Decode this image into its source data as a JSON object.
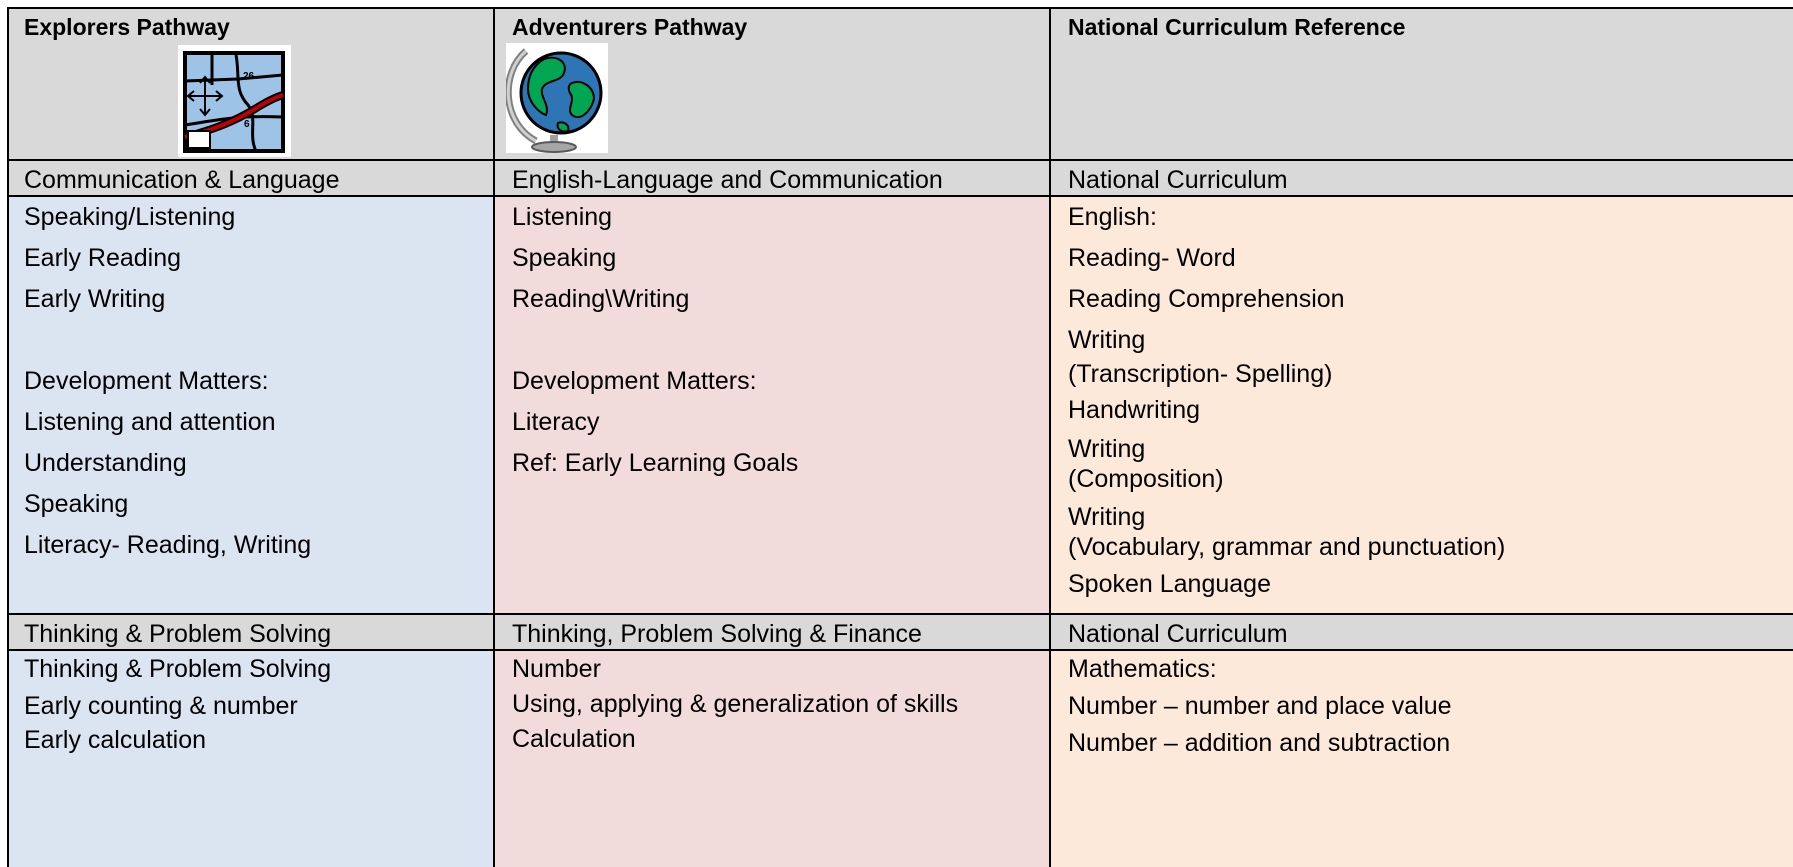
{
  "headers": {
    "explorers": "Explorers Pathway",
    "adventurers": "Adventurers Pathway",
    "national": "National Curriculum Reference"
  },
  "icons": {
    "explorers": "map-icon",
    "adventurers": "globe-icon",
    "map_labels": [
      "26",
      "6"
    ]
  },
  "colors": {
    "header_gray": "#d9d9d9",
    "explorers_blue": "#dbe5f1",
    "adventurers_pink": "#f2dcdb",
    "national_peach": "#fde9d9"
  },
  "section1": {
    "labels": {
      "explorers": "Communication & Language",
      "adventurers": "English-Language and Communication",
      "national": "National Curriculum"
    },
    "explorers": [
      "Speaking/Listening",
      "Early Reading",
      "Early Writing",
      "",
      "Development Matters:",
      "Listening and attention",
      "Understanding",
      "Speaking",
      "Literacy- Reading, Writing"
    ],
    "adventurers": [
      "Listening",
      "Speaking",
      "Reading\\Writing",
      "",
      "Development Matters:",
      "Literacy",
      "Ref: Early Learning Goals"
    ],
    "national": [
      "English:",
      "Reading- Word",
      "Reading Comprehension",
      "Writing",
      "(Transcription- Spelling)",
      "Handwriting",
      "Writing",
      "(Composition)",
      "Writing",
      "(Vocabulary, grammar and punctuation)",
      "Spoken Language"
    ]
  },
  "section2": {
    "labels": {
      "explorers": "Thinking & Problem Solving",
      "adventurers": "Thinking, Problem Solving & Finance",
      "national": "National Curriculum"
    },
    "explorers": [
      "Thinking & Problem Solving",
      "Early counting & number",
      "Early calculation"
    ],
    "adventurers": [
      "Number",
      "Using, applying & generalization of skills",
      "Calculation"
    ],
    "national": [
      "Mathematics:",
      "Number – number and place value",
      "Number – addition and subtraction"
    ]
  }
}
